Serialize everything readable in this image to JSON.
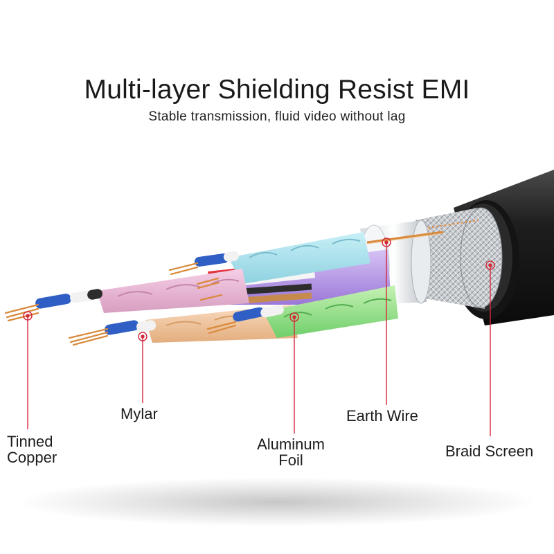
{
  "header": {
    "title": "Multi-layer Shielding Resist EMI",
    "subtitle": "Stable transmission, fluid video without lag"
  },
  "labels": {
    "tinned_copper": [
      "Tinned",
      "Copper"
    ],
    "mylar": "Mylar",
    "aluminum_foil": [
      "Aluminum",
      "Foil"
    ],
    "earth_wire": "Earth Wire",
    "braid_screen": "Braid Screen"
  },
  "colors": {
    "callout_line": "#d42a3c",
    "jacket": "#1c1c1c",
    "copper": "#d98a3c",
    "wire_blue": "#2f5fc4",
    "wire_white": "#f2f2f2"
  }
}
